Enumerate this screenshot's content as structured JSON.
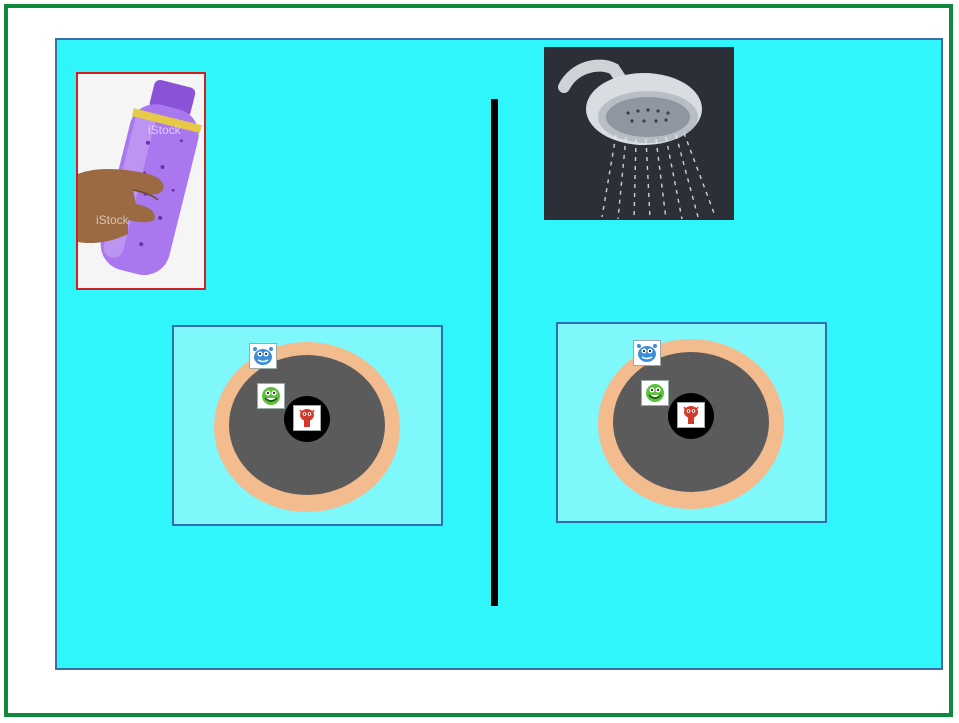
{
  "frame": {
    "border_color": "#0f8a3c"
  },
  "panel": {
    "background": "#2ff6fb",
    "border_color": "#3a6ea5"
  },
  "images": {
    "shampoo": {
      "watermark": "iStock"
    },
    "shower": {}
  },
  "colors": {
    "skin_ring": "#f2bc8f",
    "skin_inner": "#5b5b5b",
    "pore": "#000000",
    "microbe_blue": "#3d8ed8",
    "microbe_green": "#5bc23c",
    "microbe_red": "#d23a2a"
  },
  "icons": [
    "shampoo-bottle-photo",
    "shower-head-photo",
    "blue-germ-icon",
    "green-germ-icon",
    "red-germ-icon"
  ]
}
